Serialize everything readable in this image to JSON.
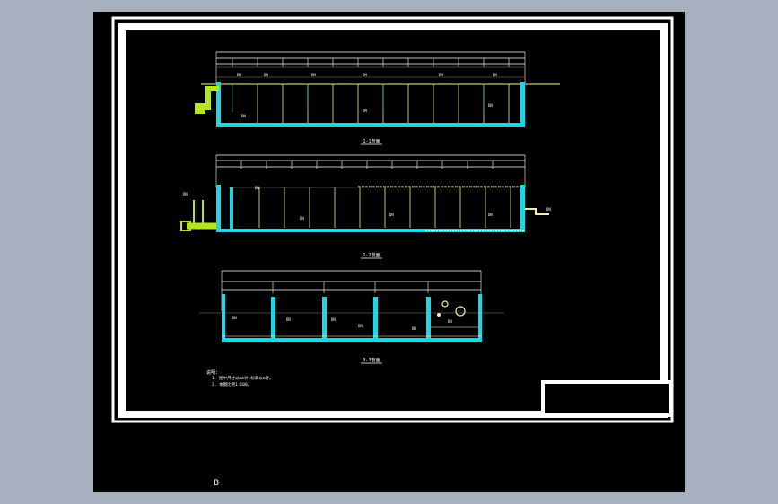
{
  "view": {
    "background": "#a7b0bf",
    "canvas": "#000000",
    "frame_color": "#ffffff",
    "model_tab": "B"
  },
  "colors": {
    "wall": "#1fd6e3",
    "partition": "#f2ef9a",
    "pipe": "#b5e61d",
    "dim": "#ffffff",
    "grid": "#8a8a8a",
    "ground_hatch": "#58c36a"
  },
  "drawing": {
    "title_block_label": "",
    "notes_heading": "说明:",
    "notes": [
      "1. 图中尺寸以mm计,标高以m计。",
      "2. 本图比例1:100。"
    ]
  },
  "sections": [
    {
      "id": "section-1",
      "title": "1-1剖面"
    },
    {
      "id": "section-2",
      "title": "2-2剖面"
    },
    {
      "id": "section-3",
      "title": "3-3剖面"
    }
  ]
}
